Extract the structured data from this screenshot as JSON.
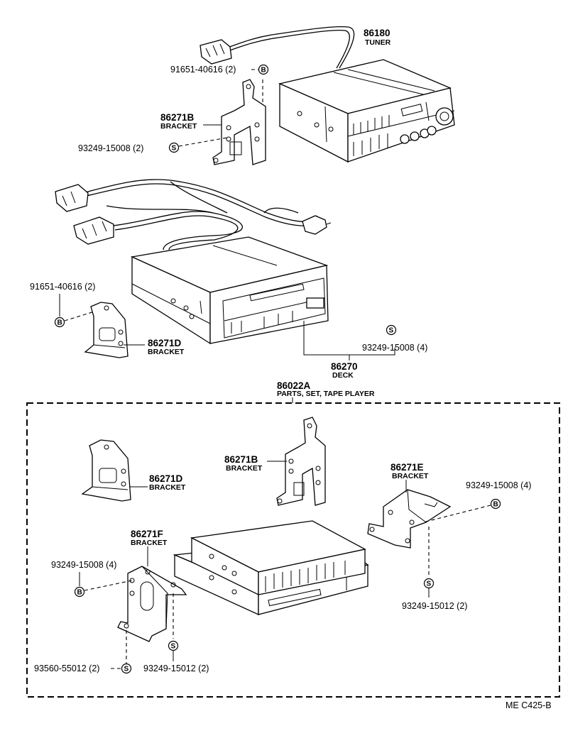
{
  "parts": {
    "tuner": {
      "number": "86180",
      "name": "TUNER"
    },
    "bracket_b_top": {
      "number": "86271B",
      "name": "BRACKET"
    },
    "screw_top": {
      "ref": "91651-40616 (2)",
      "symbol": "B"
    },
    "bolt_top": {
      "ref": "93249-15008 (2)",
      "symbol": "S"
    },
    "screw_mid": {
      "ref": "91651-40616 (2)",
      "symbol": "B"
    },
    "bracket_d_top": {
      "number": "86271D",
      "name": "BRACKET"
    },
    "bolt_deck": {
      "ref": "93249-15008 (4)",
      "symbol": "S"
    },
    "deck": {
      "number": "86270",
      "name": "DECK"
    },
    "set": {
      "number": "86022A",
      "name": "PARTS, SET, TAPE PLAYER"
    },
    "bracket_d_set": {
      "number": "86271D",
      "name": "BRACKET"
    },
    "bracket_b_set": {
      "number": "86271B",
      "name": "BRACKET"
    },
    "bracket_e_set": {
      "number": "86271E",
      "name": "BRACKET"
    },
    "screw_e": {
      "ref": "93249-15008 (4)",
      "symbol": "B"
    },
    "bolt_e": {
      "ref": "93249-15012 (2)",
      "symbol": "S"
    },
    "bracket_f_set": {
      "number": "86271F",
      "name": "BRACKET"
    },
    "screw_f": {
      "ref": "93249-15008 (4)",
      "symbol": "B"
    },
    "bolt_f": {
      "ref": "93249-15012 (2)",
      "symbol": "S"
    },
    "nut_f": {
      "ref": "93560-55012 (2)",
      "symbol": "S"
    }
  },
  "footer": {
    "code": "ME  C425-B"
  }
}
